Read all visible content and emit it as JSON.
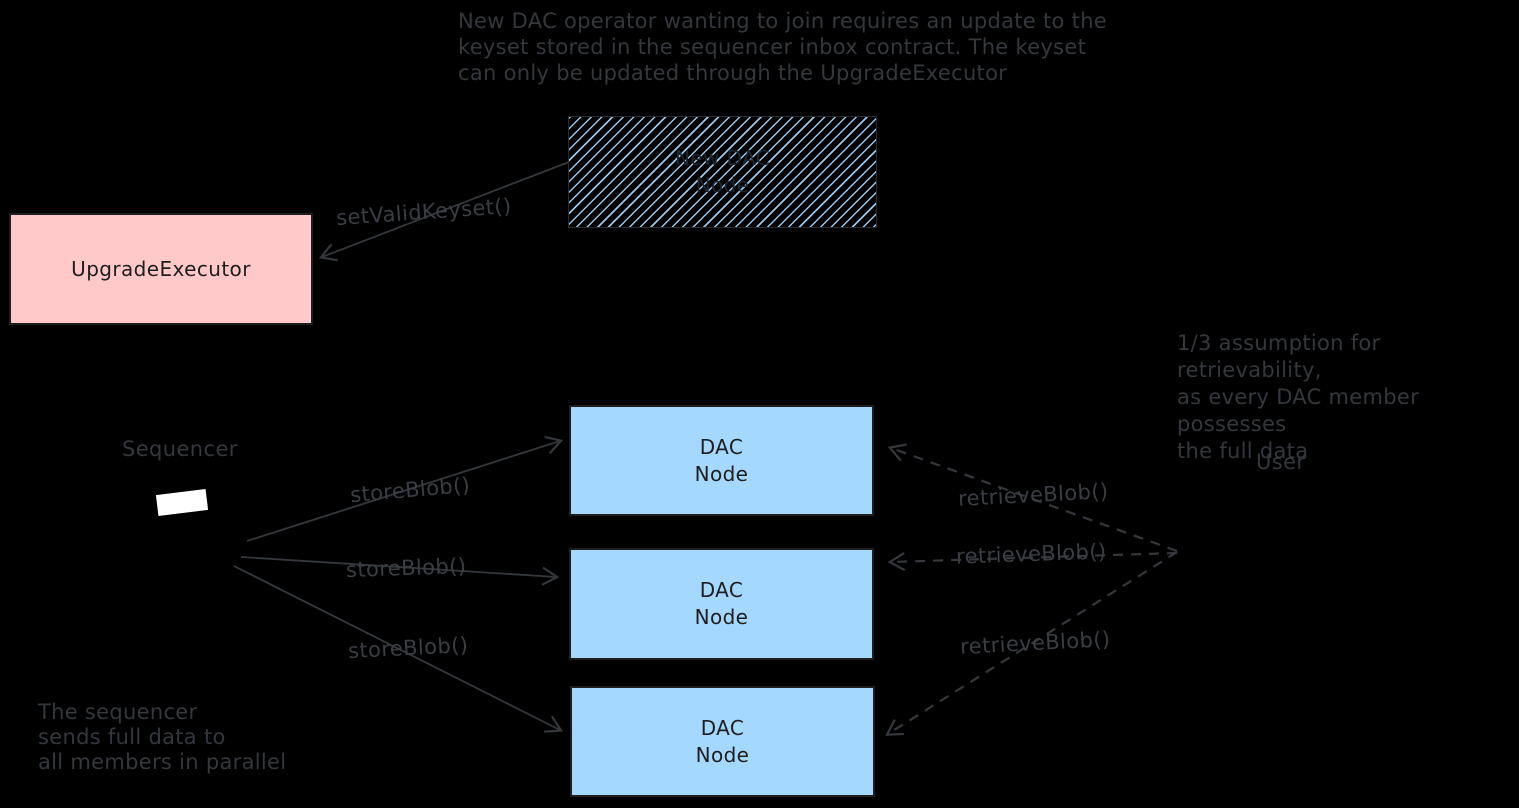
{
  "diagram": {
    "notes": {
      "top": "New DAC operator wanting to join requires an update to the\nkeyset stored in the sequencer inbox contract. The keyset\ncan only be updated through the UpgradeExecutor",
      "one_third": "1/3 assumption for retrievability,\nas every DAC member possesses\nthe full data",
      "sequencer": "The sequencer\nsends full data to\nall members in parallel"
    },
    "nodes": {
      "new_dac_node": {
        "label": "New DAC\nNode"
      },
      "upgrade_executor": {
        "label": "UpgradeExecutor"
      },
      "dac_nodes": [
        {
          "label": "DAC\nNode"
        },
        {
          "label": "DAC\nNode"
        },
        {
          "label": "DAC\nNode"
        }
      ]
    },
    "actors": {
      "sequencer": "Sequencer",
      "user": "User"
    },
    "edges": {
      "set_valid_keyset": "setValidKeyset()",
      "store_blob": [
        "storeBlob()",
        "storeBlob()",
        "storeBlob()"
      ],
      "retrieve_blob": [
        "retrieveBlob()",
        "retrieveBlob()",
        "retrieveBlob()"
      ]
    },
    "colors": {
      "background": "#000000",
      "dac_node_fill": "#a5d8ff",
      "upgrade_executor_fill": "#ffc9c9",
      "hatch_stripe": "#a5d8ff",
      "arrow_stroke": "#34383d",
      "box_stroke": "#1e1e1e",
      "box_text": "#1e1e1e",
      "annotation_text": "#34383d",
      "sequencer_icon_fill": "#ffffff"
    }
  }
}
